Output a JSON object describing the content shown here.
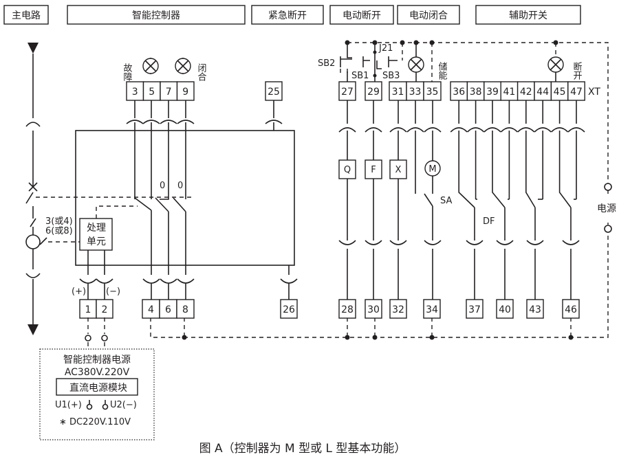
{
  "header": {
    "sections": [
      "主电路",
      "智能控制器",
      "紧急断开",
      "电动断开",
      "电动闭合",
      "辅助开关"
    ]
  },
  "lamps": {
    "fault": "故障",
    "close": "闭合",
    "charge": "储能",
    "open": "断开"
  },
  "terminals": {
    "top_left": [
      "3",
      "5",
      "7",
      "9"
    ],
    "top_25": "25",
    "top_right_a": [
      "27",
      "29"
    ],
    "top_right_b": [
      "31",
      "33",
      "35"
    ],
    "top_aux": [
      "36",
      "38",
      "39",
      "41",
      "42",
      "44",
      "45",
      "47"
    ],
    "xt_label": "XT",
    "bottom_power": [
      "1",
      "2"
    ],
    "bottom_left": [
      "4",
      "6",
      "8"
    ],
    "bottom_26": "26",
    "bottom_right": [
      "28",
      "30",
      "32",
      "34",
      "37",
      "40",
      "43",
      "46"
    ]
  },
  "buttons": {
    "sb2": "SB2",
    "sb1": "SB1",
    "sb3": "SB3",
    "j21": "J21"
  },
  "coils": {
    "q": "Q",
    "f": "F",
    "x": "X",
    "m": "M"
  },
  "switch_labels": {
    "sa": "SA",
    "df": "DF",
    "zero1": "0",
    "zero2": "0"
  },
  "main_circuit": {
    "ct_label_1": "3(或4)",
    "ct_label_2": "6(或8)"
  },
  "processing_unit": {
    "line1": "处理",
    "line2": "单元"
  },
  "polarity": {
    "plus": "(+)",
    "minus": "(−)"
  },
  "power_source_label": "电源",
  "power_box": {
    "title": "智能控制器电源",
    "ac": "AC380V.220V",
    "module": "直流电源模块",
    "u1": "U1(+)",
    "u2": "U2(−)",
    "dc": "∗ DC220V.110V"
  },
  "caption": "图 A（控制器为 M 型或 L 型基本功能）"
}
